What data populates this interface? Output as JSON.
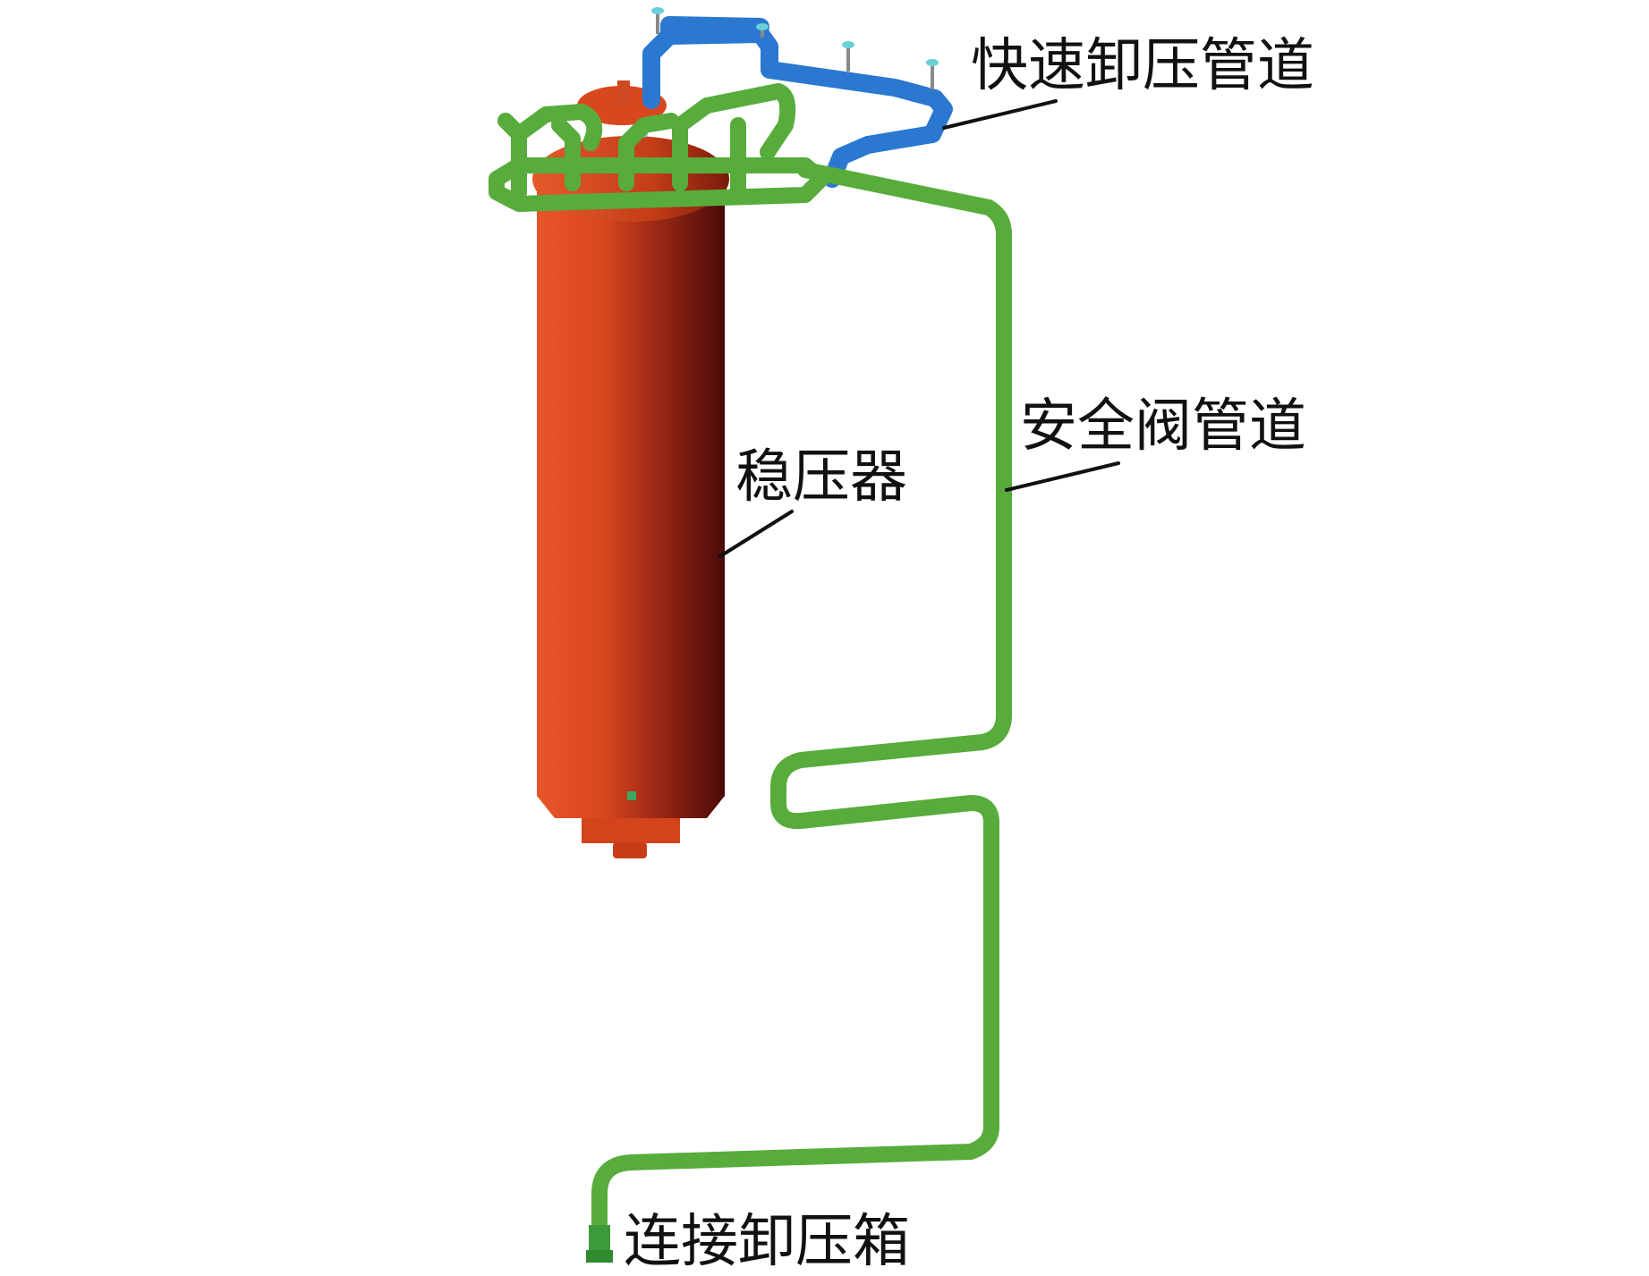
{
  "labels": {
    "fast_relief_pipe": "快速卸压管道",
    "safety_valve_pipe": "安全阀管道",
    "pressurizer": "稳压器",
    "relief_tank_connection": "连接卸压箱"
  },
  "colors": {
    "pressurizer": "#d9471d",
    "pressurizer_dark": "#4a0a08",
    "safety_valve_pipe": "#57ac3c",
    "fast_relief_pipe": "#2a78d0",
    "valve_tip": "#6ad0d8"
  }
}
